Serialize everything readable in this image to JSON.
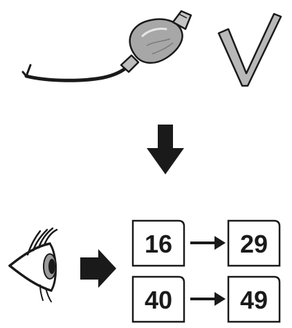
{
  "check_mark": {
    "state": "approved",
    "icon": "check-mark-icon"
  },
  "pair_top": {
    "from": "16",
    "to": "29"
  },
  "pair_bottom": {
    "from": "40",
    "to": "49"
  },
  "colors": {
    "ink": "#1a1a1a",
    "bulb_fill": "#a7a7a7",
    "tick_fill": "#b8b8b8",
    "iris": "#9a9a9a",
    "paper": "#ffffff"
  }
}
